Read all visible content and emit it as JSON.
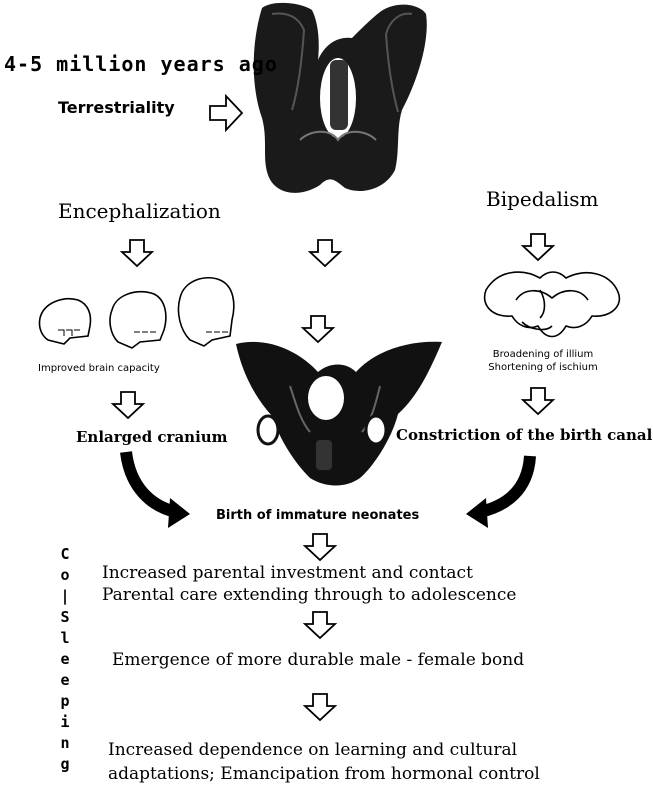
{
  "time_label": "4-5 million years ago",
  "terrestriality": "Terrestriality",
  "encephalization": "Encephalization",
  "bipedalism": "Bipedalism",
  "brain_caption": "Improved brain capacity",
  "pelvis_caption_1": "Broadening of illium",
  "pelvis_caption_2": "Shortening of ischium",
  "enlarged_cranium": "Enlarged cranium",
  "constriction": "Constriction of the birth canal",
  "birth": "Birth of immature neonates",
  "parental_1": "Increased parental investment and contact",
  "parental_2": "Parental care extending through to adolescence",
  "bond": "Emergence of more durable male - female bond",
  "learning_1": "Increased dependence on learning and cultural",
  "learning_2": "adaptations; Emancipation from hormonal control",
  "cosleeping_letters": [
    "C",
    "o",
    "|",
    "S",
    "l",
    "e",
    "e",
    "p",
    "i",
    "n",
    "g"
  ]
}
